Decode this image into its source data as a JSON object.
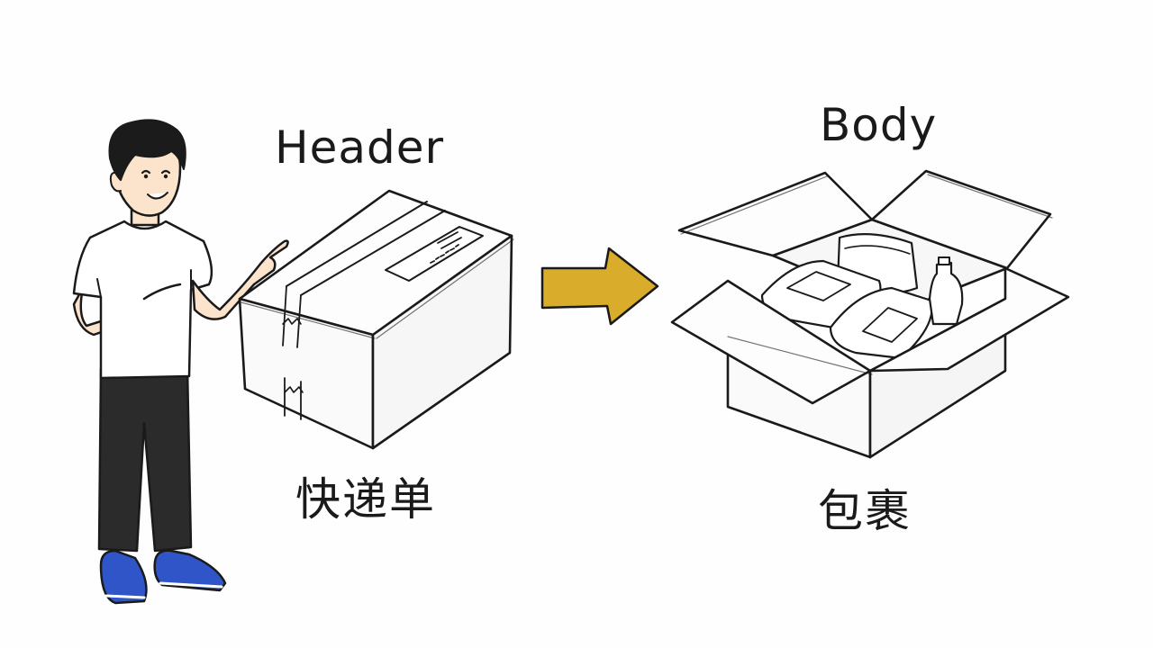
{
  "labels": {
    "header": "Header",
    "body": "Body",
    "header_zh": "快递单",
    "body_zh": "包裹"
  },
  "colors": {
    "ink": "#1a1a1a",
    "arrow": "#d9ad2b",
    "shirt": "#ffffff",
    "pants": "#2b2b2b",
    "shoes": "#2f55c9",
    "skin": "#fbe3cc",
    "hair": "#1b1b1b"
  },
  "icons": [
    "person-pointing-illustration",
    "closed-box-icon",
    "arrow-right-icon",
    "open-box-icon"
  ]
}
